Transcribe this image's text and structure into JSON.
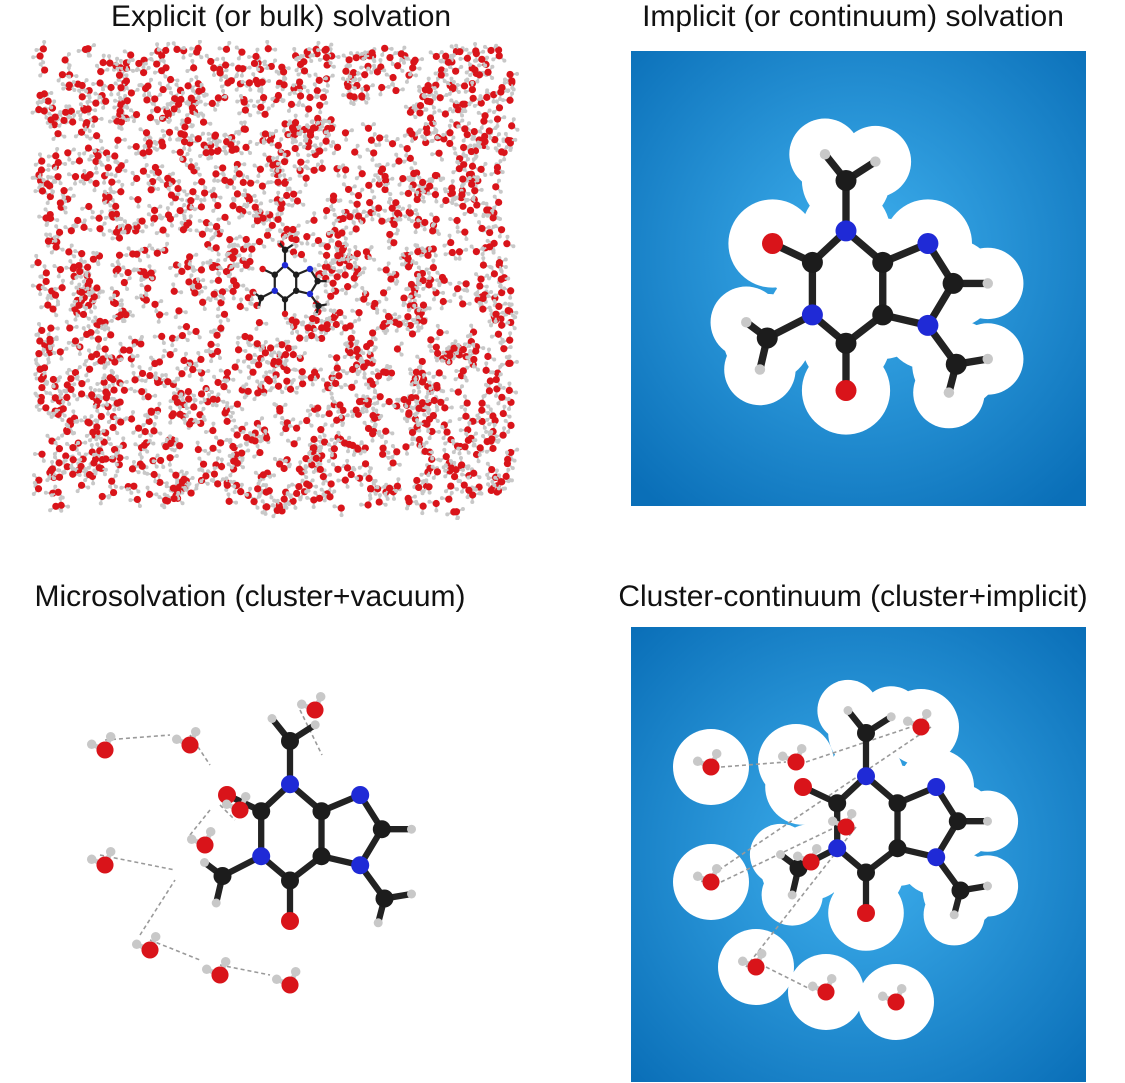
{
  "panels": [
    {
      "id": "explicit",
      "title": "Explicit (or bulk) solvation"
    },
    {
      "id": "implicit",
      "title": "Implicit (or continuum) solvation"
    },
    {
      "id": "micro",
      "title": "Microsolvation (cluster+vacuum)"
    },
    {
      "id": "cluster",
      "title": "Cluster-continuum (cluster+implicit)"
    }
  ],
  "colors": {
    "oxygen": "#d9141a",
    "hydrogen": "#c8c8c8",
    "carbon": "#1c1c1c",
    "nitrogen": "#1f2ad6",
    "continuum_center": "#3fb0ee",
    "continuum_edge": "#0a6fb8",
    "cavity": "#ffffff",
    "hbond": "#9a9a9a"
  }
}
